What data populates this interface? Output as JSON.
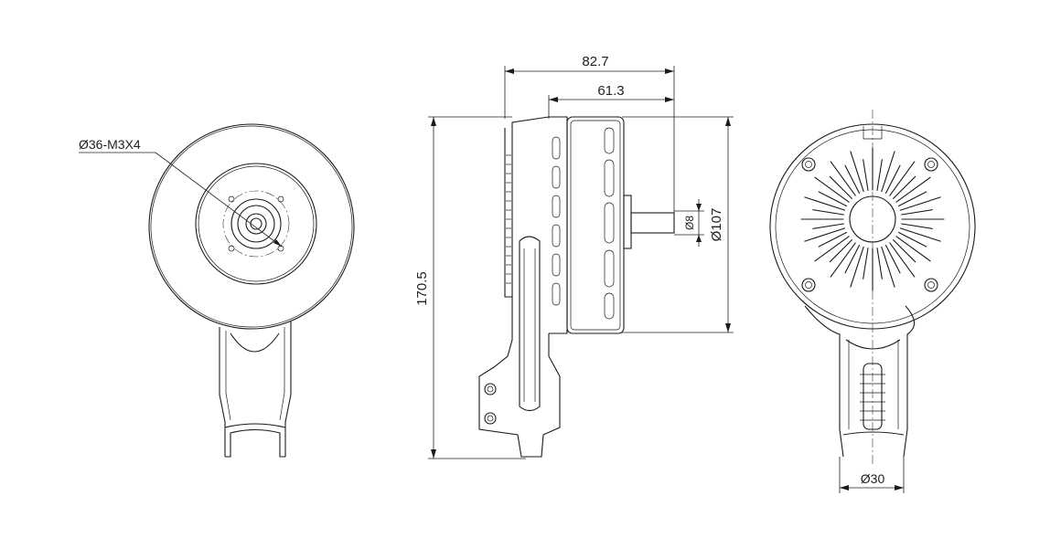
{
  "views": {
    "front": {
      "label": "Ø36-M3X4"
    },
    "side": {
      "overall_length": "82.7",
      "body_length": "61.3",
      "height": "170.5",
      "shaft_diameter": "Ø8",
      "motor_diameter": "Ø107"
    },
    "rear": {
      "clamp_diameter": "Ø30"
    }
  },
  "colors": {
    "line": "#1a1a1a",
    "background": "#ffffff"
  }
}
